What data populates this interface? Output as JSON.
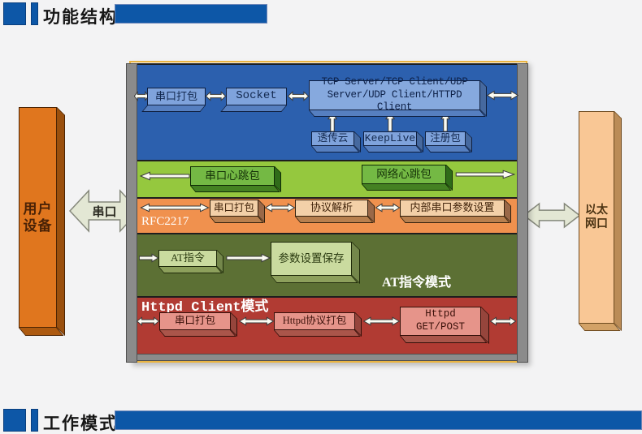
{
  "palette": {
    "header_blue": "#0d57a7",
    "socket_layer_blue": "#2c60ae",
    "heartbeat_layer_green": "#95c83e",
    "rfc2217_layer_orange": "#f0914e",
    "at_layer_dark_green": "#5c7034",
    "httpd_layer_dark_red": "#b13b33",
    "user_device_orange": "#e0761e",
    "ethernet_port_peach": "#f9c795",
    "frame_gray": "#8b8b8b",
    "frame_gold": "#eab440",
    "arrow_pale_green": "#e3e7d4"
  },
  "headers": {
    "top_title": "功能结构",
    "bottom_title": "工作模式"
  },
  "user_device": {
    "line1": "用户",
    "line2": "设备"
  },
  "ethernet_port": {
    "line1": "以太",
    "line2": "网口"
  },
  "serial_link_label": "串口",
  "socket_layer": {
    "serial_pack": "串口打包",
    "socket": "Socket",
    "tcp_line1": "TCP Server/TCP Client/UDP",
    "tcp_line2": "Server/UDP Client/HTTPD Client",
    "cloud": "透传云",
    "keeplive": "KeepLive",
    "register": "注册包"
  },
  "heartbeat_layer": {
    "serial_heartbeat": "串口心跳包",
    "network_heartbeat": "网络心跳包"
  },
  "rfc2217_layer": {
    "label": "RFC2217",
    "serial_pack": "串口打包",
    "protocol_parse": "协议解析",
    "internal_serial_params": "内部串口参数设置"
  },
  "at_layer": {
    "label": "AT指令模式",
    "at_command": "AT指令",
    "save_params": "参数设置保存"
  },
  "httpd_layer": {
    "label": "Httpd Client模式",
    "serial_pack": "串口打包",
    "httpd_protocol_pack": "Httpd协议打包",
    "httpd_line1": "Httpd",
    "httpd_line2": "GET/POST"
  }
}
